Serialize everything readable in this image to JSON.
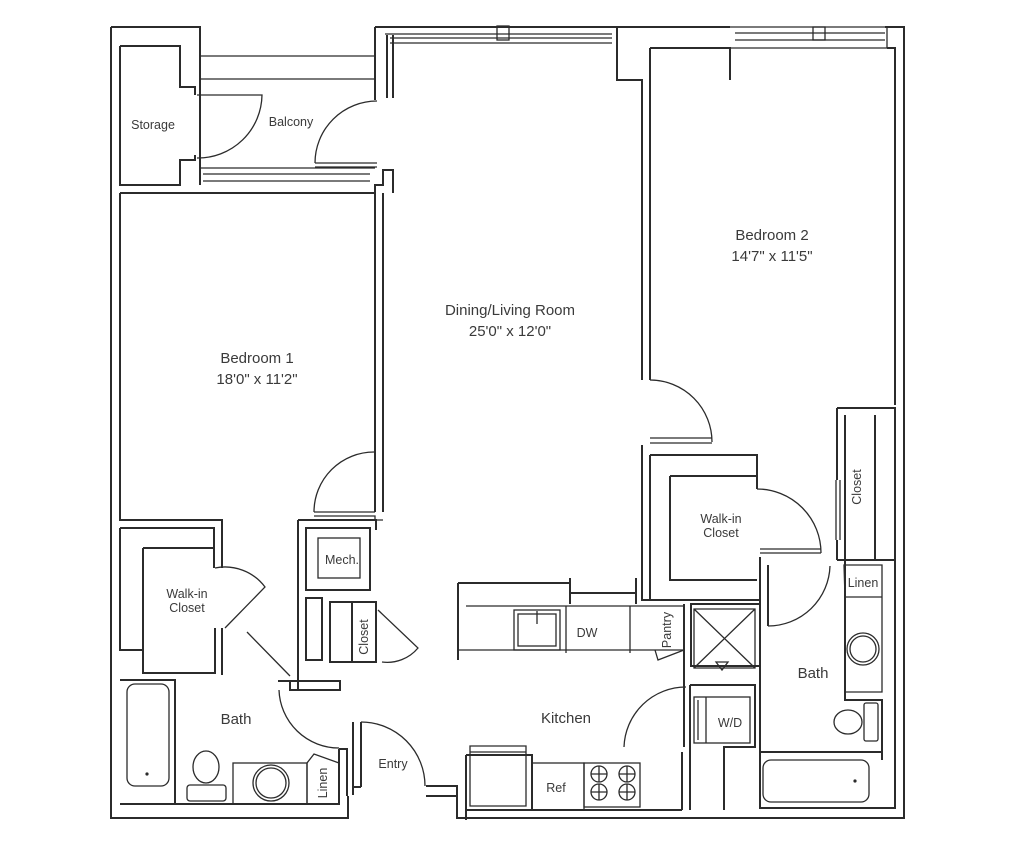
{
  "plan": {
    "rooms": {
      "storage": {
        "label": "Storage"
      },
      "balcony": {
        "label": "Balcony"
      },
      "bedroom1": {
        "label": "Bedroom 1",
        "dims": "18'0\" x 11'2\""
      },
      "living": {
        "label": "Dining/Living Room",
        "dims": "25'0\" x 12'0\""
      },
      "bedroom2": {
        "label": "Bedroom 2",
        "dims": "14'7\" x 11'5\""
      },
      "walkin1": {
        "label1": "Walk-in",
        "label2": "Closet"
      },
      "walkin2": {
        "label1": "Walk-in",
        "label2": "Closet"
      },
      "mech": {
        "label": "Mech."
      },
      "closet_hall": {
        "label": "Closet"
      },
      "closet_bed2": {
        "label": "Closet"
      },
      "bath1": {
        "label": "Bath"
      },
      "bath2": {
        "label": "Bath"
      },
      "linen1": {
        "label": "Linen"
      },
      "linen2": {
        "label": "Linen"
      },
      "entry": {
        "label": "Entry"
      },
      "kitchen": {
        "label": "Kitchen"
      },
      "dw": {
        "label": "DW"
      },
      "pantry": {
        "label": "Pantry"
      },
      "ref": {
        "label": "Ref"
      },
      "wd": {
        "label": "W/D"
      }
    },
    "colors": {
      "line": "#2b2b2b",
      "text": "#3a3a3a",
      "background": "#ffffff"
    }
  }
}
